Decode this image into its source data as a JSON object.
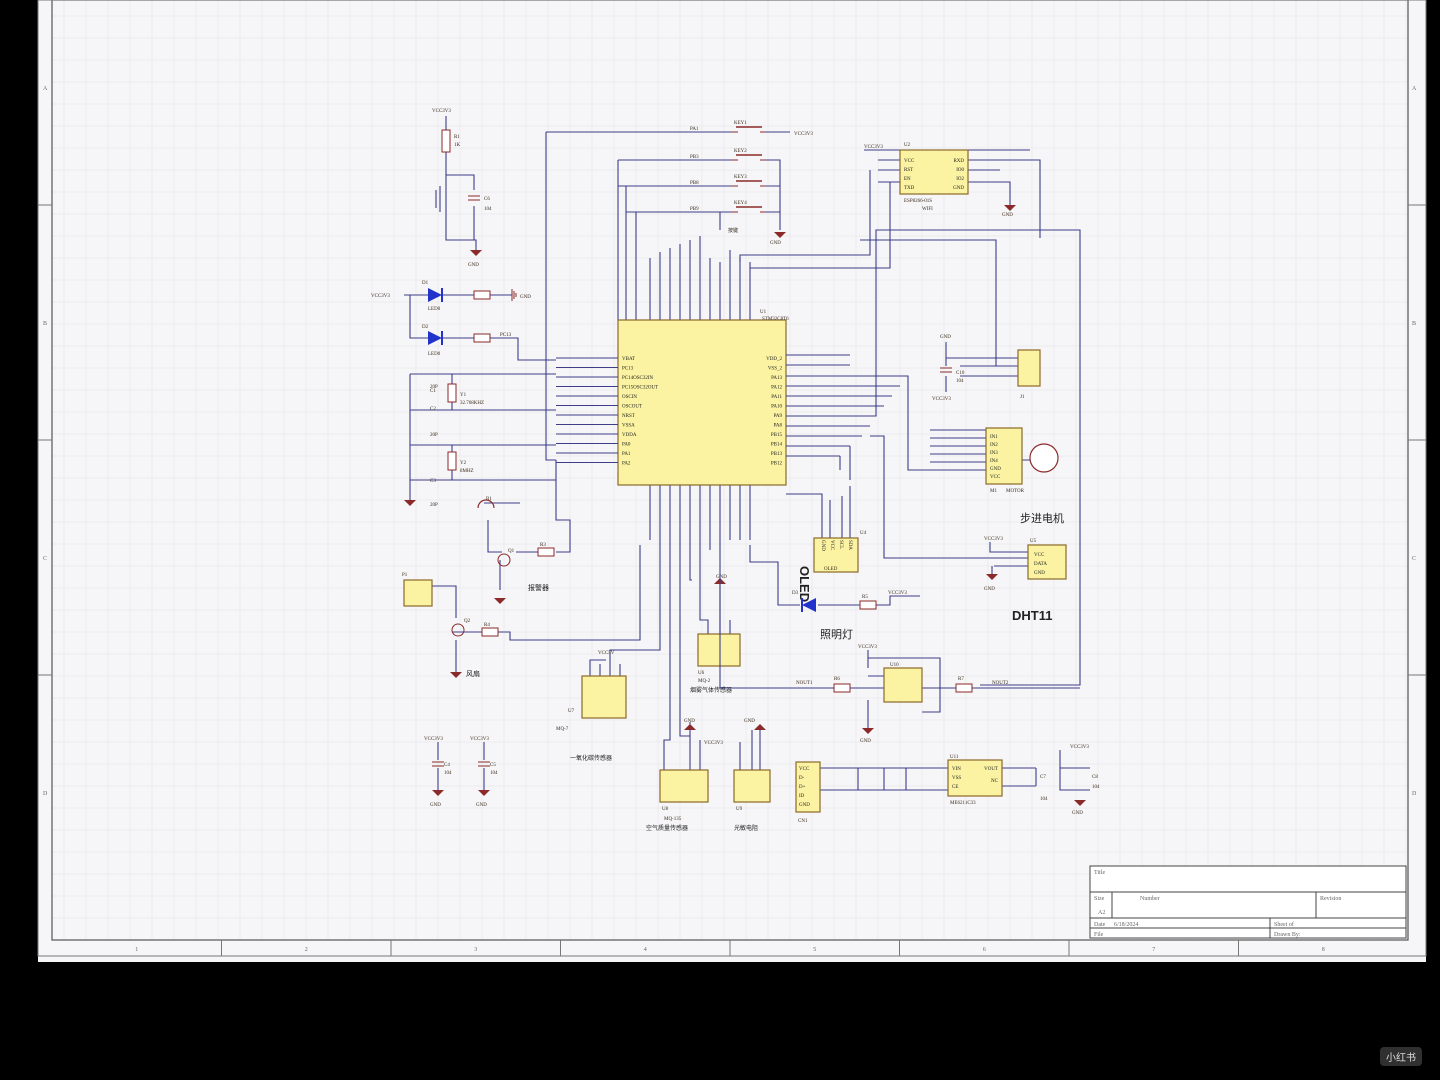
{
  "colors": {
    "background": "#000000",
    "sheet": "#f6f6f8",
    "wire": "#3d3d8a",
    "part_fill": "#fbf3a1",
    "part_stroke": "#8a6a2a",
    "led": "#2233cc"
  },
  "frame": {
    "col_numbers": [
      "1",
      "2",
      "3",
      "4",
      "5",
      "6",
      "7",
      "8"
    ],
    "row_letters": [
      "A",
      "B",
      "C",
      "D"
    ]
  },
  "mcu": {
    "ref": "U1",
    "name": "STM32C8T6",
    "left_pins": [
      "VBAT",
      "PC13",
      "PC14OSC32IN",
      "PC15OSC32OUT",
      "OSCIN",
      "OSCOUT",
      "NRST",
      "VSSA",
      "VDDA",
      "PA0",
      "PA1",
      "PA2"
    ],
    "right_pins": [
      "VDD_2",
      "VSS_2",
      "PA13",
      "PA12",
      "PA11",
      "PA10",
      "PA9",
      "PA8",
      "PB15",
      "PB14",
      "PB13",
      "PB12"
    ]
  },
  "switch_block": {
    "keys": [
      "KEY1",
      "KEY2",
      "KEY3",
      "KEY4"
    ],
    "nets": [
      "PA1",
      "PB3",
      "PB8",
      "PB9"
    ],
    "vcc": "VCC3V3",
    "gnd": "GND",
    "caption": "按键"
  },
  "reset": {
    "vcc": "VCC3V3",
    "r": "R1",
    "rval": "1K",
    "c": "C6",
    "cval": "104",
    "gnd": "GND"
  },
  "leds": {
    "d1": "D1",
    "d2": "D2",
    "type": "LED0",
    "vcc": "VCC3V3",
    "gnd": "GND",
    "net": "PC13"
  },
  "crystal": {
    "y1": "Y1",
    "y1val": "32.768KHZ",
    "y2": "Y2",
    "y2val": "8MHZ",
    "c1": "C1",
    "c2": "C2",
    "c3": "C3",
    "cval": "20P"
  },
  "wifi": {
    "ref": "U2",
    "name": "ESP8266-01S",
    "caption": "WIFI",
    "pins_left": [
      "VCC",
      "RST",
      "EN",
      "TXD"
    ],
    "pins_right": [
      "RXD",
      "IO0",
      "IO2",
      "GND"
    ],
    "vcc": "VCC3V3",
    "gnd": "GND"
  },
  "connector_j1": {
    "ref": "J1",
    "gnd": "GND",
    "vcc": "VCC3V3",
    "c": "C10",
    "cval": "104"
  },
  "motor": {
    "ref": "M1",
    "name": "MOTOR",
    "pins": [
      "IN1",
      "IN2",
      "IN3",
      "IN4",
      "GND",
      "VCC"
    ],
    "caption": "步进电机"
  },
  "oled": {
    "ref": "U4",
    "name": "OLED",
    "label": "OLED",
    "pins": [
      "GND",
      "VCC",
      "SCL",
      "SDA"
    ]
  },
  "dht11": {
    "ref": "U5",
    "name": "DHT11",
    "pins": [
      "VCC",
      "DATA",
      "GND"
    ],
    "caption": "DHT11",
    "vcc": "VCC3V3",
    "gnd": "GND"
  },
  "buzzer": {
    "ref": "B1",
    "caption": "报警器",
    "q": "Q1",
    "r": "R3"
  },
  "fan": {
    "ref": "P1",
    "caption": "风扇",
    "q": "Q2",
    "r": "R4"
  },
  "lighting": {
    "ref": "D3",
    "caption": "照明灯",
    "r": "R5",
    "vcc": "VCC3V3"
  },
  "mq2": {
    "ref": "U6",
    "name": "MQ-2",
    "caption": "烟雾气体传感器",
    "gnd": "GND"
  },
  "mq7": {
    "ref": "U7",
    "name": "MQ-7",
    "caption": "一氧化碳传感器",
    "vcc": "VCC5V"
  },
  "mq135": {
    "ref": "U8",
    "name": "MQ-135",
    "caption": "空气质量传感器",
    "gnd": "GND"
  },
  "light": {
    "ref": "U9",
    "caption": "光敏电阻",
    "vcc": "VCC3V3",
    "gnd": "GND"
  },
  "relay": {
    "ref": "U10",
    "nets": [
      "NOUT1",
      "NOUT2"
    ],
    "r6": "R6",
    "r7": "R7",
    "vcc": "VCC3V3",
    "gnd": "GND"
  },
  "decoupling": [
    {
      "c": "C4",
      "val": "104",
      "vcc": "VCC3V3",
      "gnd": "GND"
    },
    {
      "c": "C5",
      "val": "104",
      "vcc": "VCC3V3",
      "gnd": "GND"
    }
  ],
  "regulator": {
    "ref": "U11",
    "name": "ME6211C33",
    "pins_left": [
      "VIN",
      "VSS",
      "CE"
    ],
    "pins_right": [
      "VOUT",
      "NC"
    ],
    "cn": "CN1",
    "cn_pins": [
      "VCC",
      "D-",
      "D+",
      "ID",
      "GND"
    ],
    "c7": "C7",
    "c8": "C8",
    "cval": "104",
    "vcc": "VCC3V3",
    "gnd": "GND"
  },
  "title_block": {
    "title": "Title",
    "size_label": "Size",
    "size": "A2",
    "number_label": "Number",
    "revision_label": "Revision",
    "date_label": "Date",
    "date": "6/18/2024",
    "file_label": "File",
    "sheet_label": "Sheet of",
    "drawn_label": "Drawn By:"
  },
  "watermark": "小红书"
}
